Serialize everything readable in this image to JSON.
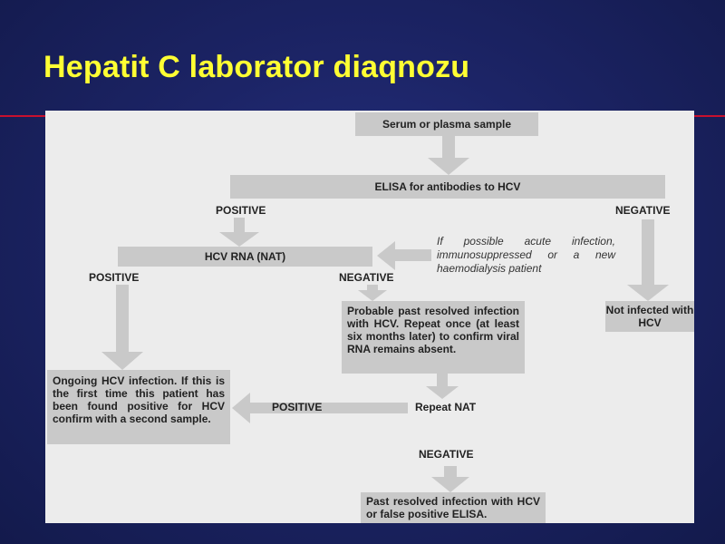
{
  "slide": {
    "title": "Hepatit C laborator diaqnozu"
  },
  "flowchart": {
    "serum_box": "Serum or plasma sample",
    "elisa_box": "ELISA for antibodies to HCV",
    "elisa_positive": "POSITIVE",
    "elisa_negative": "NEGATIVE",
    "hcv_rna_box": "HCV RNA (NAT)",
    "acute_note": "If possible acute infection, immunosuppressed or a new haemodialysis patient",
    "nat_positive": "POSITIVE",
    "nat_negative": "NEGATIVE",
    "not_infected_box": "Not infected with HCV",
    "probable_past_box": "Probable past resolved infection with HCV. Repeat once (at least six months later) to confirm viral RNA remains absent.",
    "ongoing_box": "Ongoing HCV infection. If this is the first time this patient has been found positive for HCV confirm with a second sample.",
    "repeat_positive": "POSITIVE",
    "repeat_nat": "Repeat NAT",
    "repeat_negative": "NEGATIVE",
    "past_resolved_box": "Past resolved infection with HCV or false positive ELISA."
  },
  "colors": {
    "title": "#ffff33",
    "rule": "#c8102e",
    "box": "#c9c9c9",
    "arrow": "#c9c9c9",
    "panel": "#ececec"
  }
}
